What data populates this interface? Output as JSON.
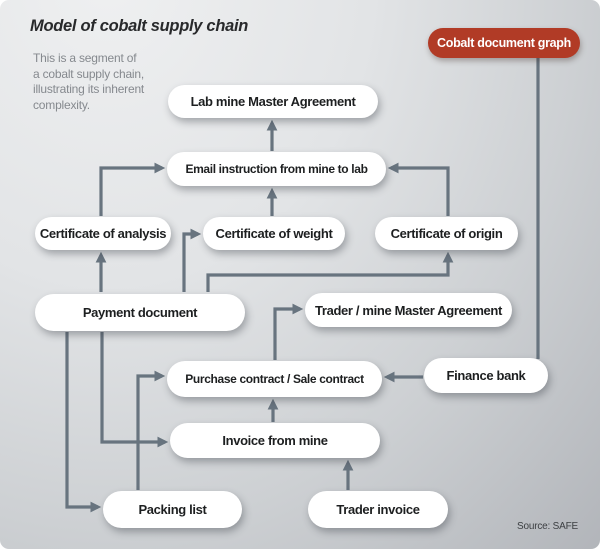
{
  "title": "Model of cobalt supply chain",
  "subtitle": "This is a segment of\na cobalt supply chain,\nillustrating its inherent\ncomplexity.",
  "badge": {
    "label": "Cobalt document graph",
    "bg_color": "#b13b26",
    "text_color": "#ffffff"
  },
  "source": "Source: SAFE",
  "colors": {
    "connector": "#68747f",
    "node_bg": "#ffffff",
    "node_text": "#1d1f20",
    "background_top": "#eff0f1",
    "background_bottom": "#b2b5ba",
    "subtitle_text": "#85898e"
  },
  "nodes": [
    {
      "id": "lab-mine-master-agreement",
      "label": "Lab mine Master Agreement"
    },
    {
      "id": "email-instruction",
      "label": "Email instruction from mine to lab"
    },
    {
      "id": "certificate-of-analysis",
      "label": "Certificate of analysis"
    },
    {
      "id": "certificate-of-weight",
      "label": "Certificate of weight"
    },
    {
      "id": "certificate-of-origin",
      "label": "Certificate of origin"
    },
    {
      "id": "payment-document",
      "label": "Payment document"
    },
    {
      "id": "trader-mine-master-agreement",
      "label": "Trader / mine Master Agreement"
    },
    {
      "id": "purchase-sale-contract",
      "label": "Purchase contract / Sale contract"
    },
    {
      "id": "finance-bank",
      "label": "Finance bank"
    },
    {
      "id": "invoice-from-mine",
      "label": "Invoice from mine"
    },
    {
      "id": "packing-list",
      "label": "Packing list"
    },
    {
      "id": "trader-invoice",
      "label": "Trader invoice"
    }
  ],
  "edges": [
    {
      "from": "email-instruction",
      "to": "lab-mine-master-agreement"
    },
    {
      "from": "certificate-of-analysis",
      "to": "email-instruction"
    },
    {
      "from": "certificate-of-weight",
      "to": "email-instruction"
    },
    {
      "from": "certificate-of-origin",
      "to": "email-instruction"
    },
    {
      "from": "payment-document",
      "to": "certificate-of-analysis"
    },
    {
      "from": "payment-document",
      "to": "certificate-of-weight"
    },
    {
      "from": "payment-document",
      "to": "certificate-of-origin"
    },
    {
      "from": "payment-document",
      "to": "invoice-from-mine"
    },
    {
      "from": "payment-document",
      "to": "packing-list"
    },
    {
      "from": "purchase-sale-contract",
      "to": "trader-mine-master-agreement"
    },
    {
      "from": "finance-bank",
      "to": "purchase-sale-contract"
    },
    {
      "from": "invoice-from-mine",
      "to": "purchase-sale-contract"
    },
    {
      "from": "packing-list",
      "to": "purchase-sale-contract"
    },
    {
      "from": "trader-invoice",
      "to": "invoice-from-mine"
    },
    {
      "from": "cobalt-document-graph-badge",
      "to": "finance-bank",
      "arrow": false
    }
  ]
}
